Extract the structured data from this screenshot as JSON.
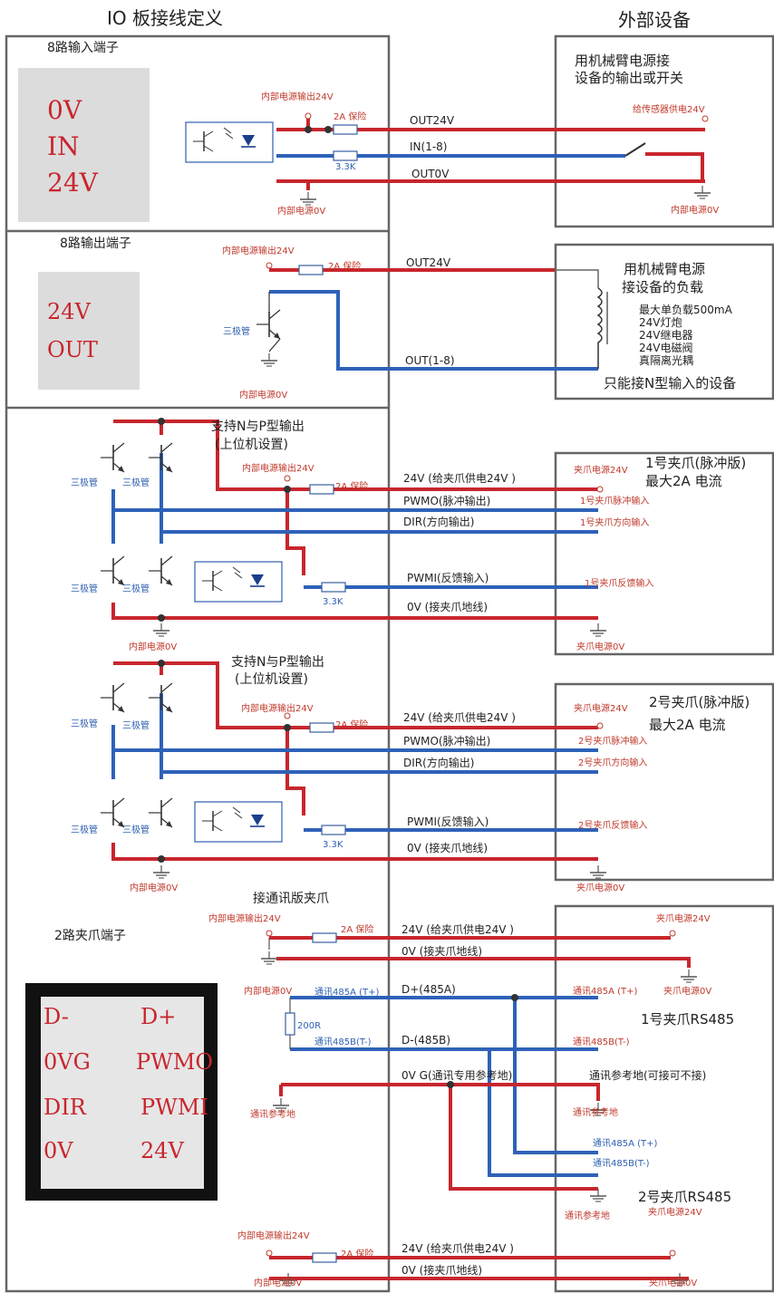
{
  "titles": {
    "io_board": "IO 板接线定义",
    "external": "外部设备"
  },
  "section1": {
    "title": "8路输入端子",
    "terminal": [
      "0V",
      "IN",
      "24V"
    ],
    "internal_24v": "内部电源输出24V",
    "fuse": "2A 保险",
    "resistor": "3.3K",
    "out24v": "OUT24V",
    "in": "IN(1-8)",
    "out0v": "OUT0V",
    "internal_0v": "内部电源0V",
    "ext_desc_1": "用机械臂电源接",
    "ext_desc_2": "设备的输出或开关",
    "sensor_24v": "给传感器供电24V",
    "ext_0v": "内部电源0V"
  },
  "section2": {
    "title": "8路输出端子",
    "terminal": [
      "24V",
      "OUT"
    ],
    "internal_24v": "内部电源输出24V",
    "fuse": "2A 保险",
    "transistor": "三极管",
    "internal_0v": "内部电源0V",
    "out24v": "OUT24V",
    "out": "OUT(1-8)",
    "ext_title_1": "用机械臂电源",
    "ext_title_2": "接设备的负载",
    "ext_list": [
      "最大单负载500mA",
      "24V灯炮",
      "24V继电器",
      "24V电磁阀",
      "真隔离光耦"
    ],
    "ext_note": "只能接N型输入的设备"
  },
  "section3": {
    "title_1": "支持N与P型输出",
    "title_2": "(上位机设置)",
    "transistor": "三极管",
    "internal_24v": "内部电源输出24V",
    "fuse": "2A 保险",
    "resistor": "3.3K",
    "internal_0v": "内部电源0V",
    "lines": [
      "24V (给夹爪供电24V )",
      "PWMO(脉冲输出)",
      "DIR(方向输出)",
      "PWMI(反馈输入)",
      "0V (接夹爪地线)"
    ],
    "ext_title_1": "1号夹爪(脉冲版)",
    "ext_title_2": "最大2A 电流",
    "ext_24v": "夹爪电源24V",
    "ext_pulse": "1号夹爪脉冲输入",
    "ext_dir": "1号夹爪方向输入",
    "ext_fb": "1号夹爪反馈输入",
    "ext_0v": "夹爪电源0V"
  },
  "section4": {
    "title_1": "支持N与P型输出",
    "title_2": "(上位机设置)",
    "transistor": "三极管",
    "internal_24v": "内部电源输出24V",
    "fuse": "2A 保险",
    "resistor": "3.3K",
    "internal_0v": "内部电源0V",
    "lines": [
      "24V (给夹爪供电24V )",
      "PWMO(脉冲输出)",
      "DIR(方向输出)",
      "PWMI(反馈输入)",
      "0V (接夹爪地线)"
    ],
    "ext_title_1": "2号夹爪(脉冲版)",
    "ext_title_2": "最大2A 电流",
    "ext_24v": "夹爪电源24V",
    "ext_pulse": "2号夹爪脉冲输入",
    "ext_dir": "2号夹爪方向输入",
    "ext_fb": "2号夹爪反馈输入",
    "ext_0v": "夹爪电源0V"
  },
  "section5": {
    "title": "接通讯版夹爪",
    "terminal_title": "2路夹爪端子",
    "terminal_left": [
      "D-",
      "0VG",
      "DIR",
      "0V"
    ],
    "terminal_right": [
      "D+",
      "PWMO",
      "PWMI",
      "24V"
    ],
    "internal_24v": "内部电源输出24V",
    "fuse": "2A 保险",
    "internal_0v": "内部电源0V",
    "line_24v": "24V (给夹爪供电24V )",
    "line_0v": "0V (接夹爪地线)",
    "comm_a_left": "通讯485A (T+)",
    "comm_b_left": "通讯485B(T-)",
    "resistor": "200R",
    "line_da": "D+(485A)",
    "line_db": "D-(485B)",
    "line_0vg": "0V G(通讯专用参考地)",
    "comm_ref": "通讯参考地",
    "ext_24v": "夹爪电源24V",
    "ext_0v": "夹爪电源0V",
    "ext_a": "通讯485A (T+)",
    "ext_b": "通讯485B(T-)",
    "ext_title_1": "1号夹爪RS485",
    "ext_ref_note": "通讯参考地(可接可不接)",
    "ext_ref": "通讯参考地",
    "ext2_a": "通讯485A (T+)",
    "ext2_b": "通讯485B(T-)",
    "ext_title_2": "2号夹爪RS485",
    "ext2_ref": "通讯参考地",
    "bottom_internal_24v": "内部电源输出24V",
    "bottom_fuse": "2A 保险",
    "bottom_line_24v": "24V (给夹爪供电24V )",
    "bottom_line_0v": "0V (接夹爪地线)",
    "bottom_internal_0v": "内部电源0V",
    "bottom_ext_24v": "夹爪电源24V",
    "bottom_ext_0v": "夹爪电源0V"
  },
  "colors": {
    "red_wire": "#c8262d",
    "blue_wire": "#2e62b8",
    "frame": "#666666",
    "label_red": "#c0392b",
    "label_blue": "#2e5fb0"
  }
}
